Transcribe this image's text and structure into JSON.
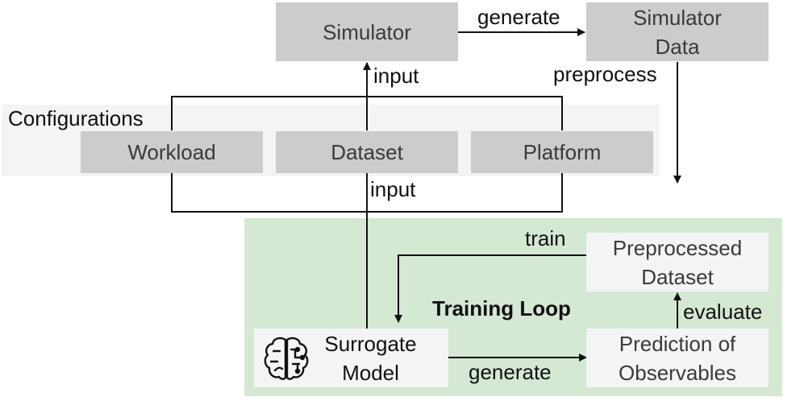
{
  "nodes": {
    "simulator": "Simulator",
    "simulator_data_line1": "Simulator",
    "simulator_data_line2": "Data",
    "workload": "Workload",
    "dataset": "Dataset",
    "platform": "Platform",
    "preprocessed_line1": "Preprocessed",
    "preprocessed_line2": "Dataset",
    "surrogate_line1": "Surrogate",
    "surrogate_line2": "Model",
    "prediction_line1": "Prediction of",
    "prediction_line2": "Observables"
  },
  "groups": {
    "configurations": "Configurations",
    "training_loop": "Training Loop"
  },
  "edges": {
    "generate_top": "generate",
    "input_top": "input",
    "preprocess": "preprocess",
    "input_middle": "input",
    "train": "train",
    "evaluate": "evaluate",
    "generate_bottom": "generate"
  },
  "icons": {
    "brain": "brain-icon"
  },
  "colors": {
    "node_gray": "#cccccc",
    "configurations_bg": "#f4f4f4",
    "training_bg": "#d5e8d4",
    "node_light": "#f4f4f4"
  }
}
